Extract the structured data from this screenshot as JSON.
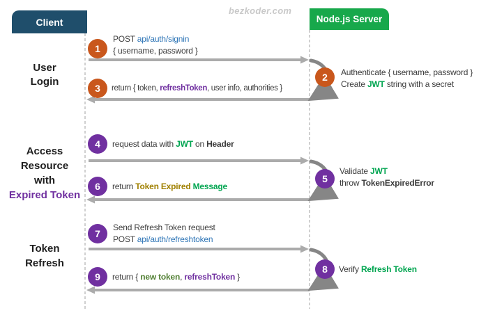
{
  "watermark": "bezkoder.com",
  "actors": {
    "client": {
      "label": "Client"
    },
    "server": {
      "label": "Node.js Server"
    }
  },
  "sections": {
    "user_login": {
      "line1": "User",
      "line2": "Login"
    },
    "access_resource": {
      "line1": "Access",
      "line2": "Resource",
      "line3": "with",
      "line4": "Expired Token"
    },
    "token_refresh": {
      "line1": "Token",
      "line2": "Refresh"
    }
  },
  "steps": {
    "s1": {
      "num": "1",
      "l1a": "POST ",
      "l1b": "api/auth/signin",
      "l2": "{ username, password }"
    },
    "s2": {
      "num": "2",
      "l1": "Authenticate { username, password }",
      "l2a": "Create ",
      "l2b": "JWT",
      "l2c": " string with a secret"
    },
    "s3": {
      "num": "3",
      "a": "return { token, ",
      "b": "refreshToken",
      "c": ", user info, authorities }"
    },
    "s4": {
      "num": "4",
      "a": "request data with ",
      "b": "JWT",
      "c": " on ",
      "d": "Header"
    },
    "s5": {
      "num": "5",
      "l1a": "Validate ",
      "l1b": "JWT",
      "l2a": "throw ",
      "l2b": "TokenExpiredError"
    },
    "s6": {
      "num": "6",
      "a": "return ",
      "b": "Token Expired ",
      "c": "Message"
    },
    "s7": {
      "num": "7",
      "l1": "Send Refresh Token request",
      "l2a": "POST ",
      "l2b": "api/auth/refreshtoken"
    },
    "s8": {
      "num": "8",
      "a": "Verify ",
      "b": "Refresh Token"
    },
    "s9": {
      "num": "9",
      "a": "return { ",
      "b": "new token",
      "c": ", ",
      "d": "refreshToken",
      "e": " }"
    }
  },
  "colors": {
    "client_header": "#1F4E6B",
    "server_header": "#17A84B",
    "orange_step": "#C9571C",
    "purple_step": "#7030A0",
    "link_blue": "#2E75B6",
    "green_text": "#00A550",
    "olive_text": "#A08000",
    "dark_green_text": "#538135",
    "purple_text": "#7030A0",
    "arrow_gray": "#ABABAB",
    "loop_gray": "#868686",
    "lifeline_gray": "#C0C0C0"
  }
}
